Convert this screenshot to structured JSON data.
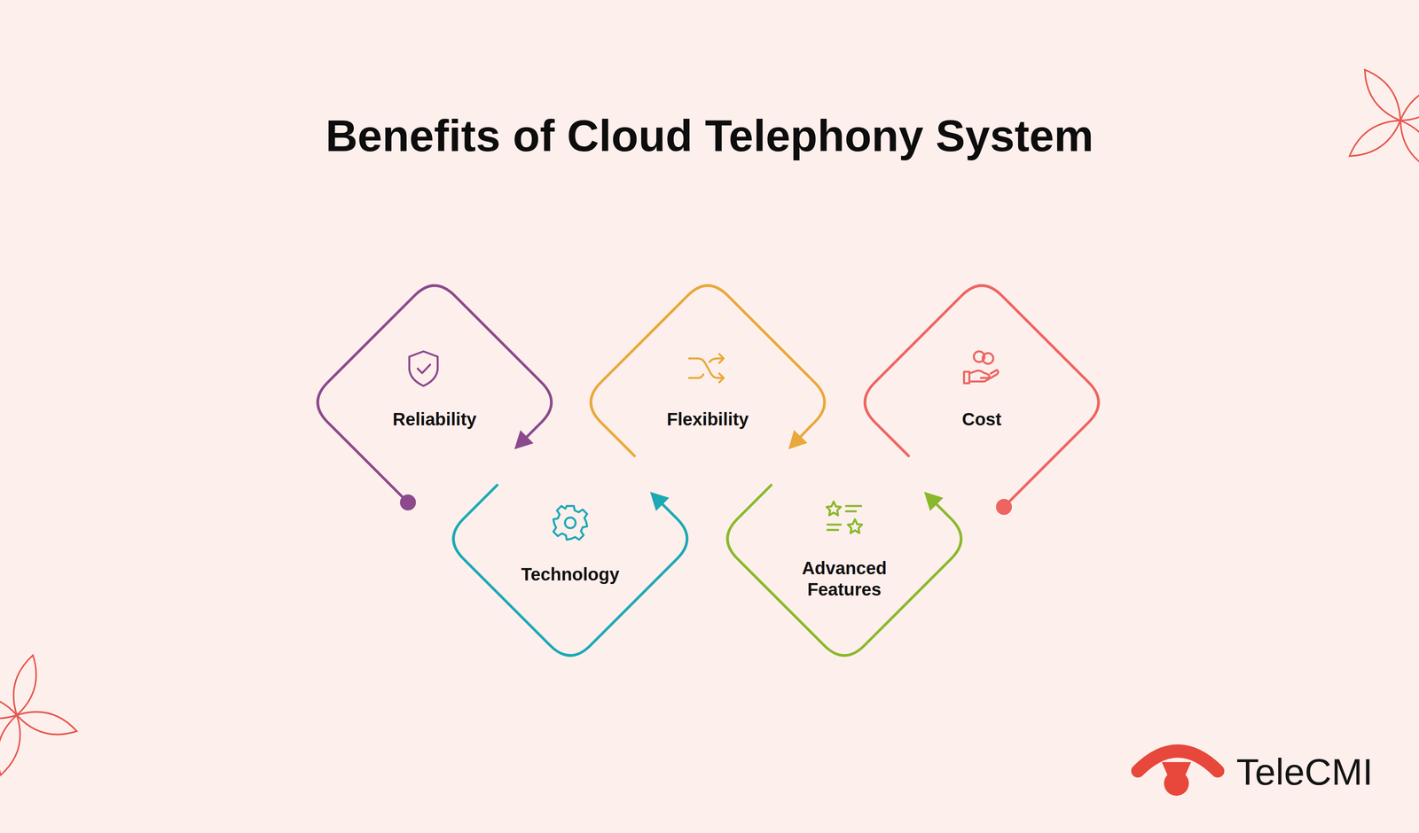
{
  "diagram": {
    "title": "Benefits of Cloud Telephony System",
    "nodes": [
      {
        "text": [
          "Reliability"
        ]
      },
      {
        "text": [
          "Technology"
        ]
      },
      {
        "text": [
          "Flexibility"
        ]
      },
      {
        "text": [
          "Advanced Features"
        ]
      },
      {
        "text": [
          "Cost"
        ]
      }
    ],
    "edges": [
      {
        "from": 0,
        "to": 1,
        "arrow": "to"
      },
      {
        "from": 1,
        "to": 2,
        "arrow": "to"
      },
      {
        "from": 2,
        "to": 3,
        "arrow": "to"
      },
      {
        "from": 3,
        "to": 4,
        "arrow": "to"
      }
    ],
    "labels": [
      "TeleCMI"
    ]
  }
}
